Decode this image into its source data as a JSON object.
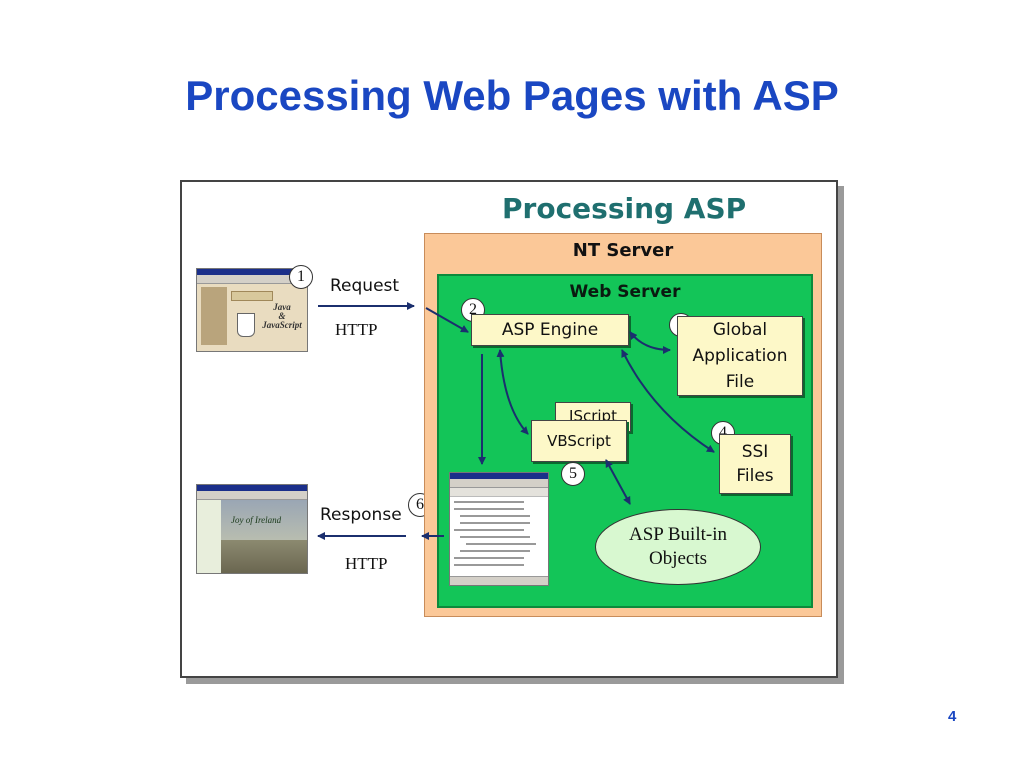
{
  "slide": {
    "title": "Processing Web Pages with ASP",
    "page_number": "4"
  },
  "diagram": {
    "title": "Processing ASP",
    "nt_server": "NT Server",
    "web_server": "Web Server",
    "asp_engine": "ASP Engine",
    "global_app": [
      "Global",
      "Application",
      "File"
    ],
    "jscript": "JScript",
    "vbscript": "VBScript",
    "ssi": [
      "SSI",
      "Files"
    ],
    "builtin": [
      "ASP Built-in",
      "Objects"
    ],
    "request": "Request",
    "request_protocol": "HTTP",
    "response": "Response",
    "response_protocol": "HTTP",
    "steps": [
      "1",
      "2",
      "3",
      "4",
      "5",
      "6"
    ],
    "colors": {
      "title_blue": "#1a47c2",
      "nt_server_fill": "#fbc898",
      "web_server_fill": "#13c558",
      "box_fill": "#fdf8c8",
      "arrow": "#1b2f6e"
    },
    "browser_screenshot_1": {
      "icons": [
        "java-cup-icon"
      ],
      "text": [
        "Java",
        "&",
        "JavaScript"
      ]
    },
    "browser_screenshot_2": {
      "text": [
        "Joy of Ireland"
      ]
    }
  }
}
